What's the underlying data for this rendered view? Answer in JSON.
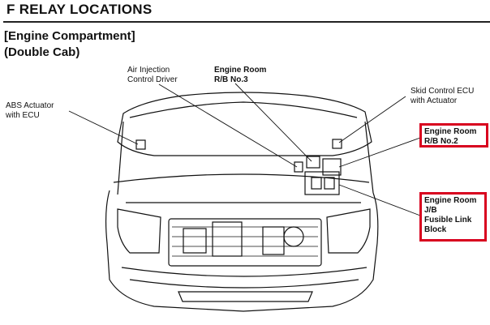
{
  "header": {
    "section_letter_title": "F  RELAY LOCATIONS",
    "subtitle_line1": "[Engine Compartment]",
    "subtitle_line2": "(Double Cab)"
  },
  "callouts": {
    "abs_actuator": "ABS Actuator\nwith ECU",
    "air_injection": "Air Injection\nControl Driver",
    "engine_room_rb3": "Engine Room\nR/B No.3",
    "skid_control": "Skid Control ECU\nwith Actuator",
    "engine_room_rb2": "Engine Room\nR/B No.2",
    "engine_room_jb": "Engine Room\nJ/B\nFusible Link\nBlock"
  },
  "colors": {
    "highlight": "#d8001e",
    "line": "#111111"
  }
}
